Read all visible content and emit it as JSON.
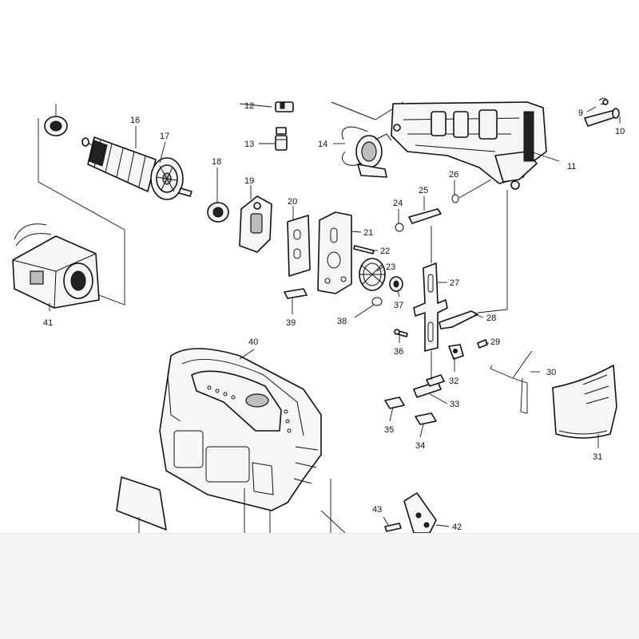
{
  "callouts": [
    "9",
    "10",
    "11",
    "12",
    "13",
    "14",
    "16",
    "17",
    "18",
    "19",
    "20",
    "21",
    "22",
    "23",
    "24",
    "25",
    "26",
    "27",
    "28",
    "29",
    "30",
    "31",
    "32",
    "33",
    "34",
    "35",
    "36",
    "37",
    "38",
    "39",
    "40",
    "41",
    "42",
    "43"
  ]
}
